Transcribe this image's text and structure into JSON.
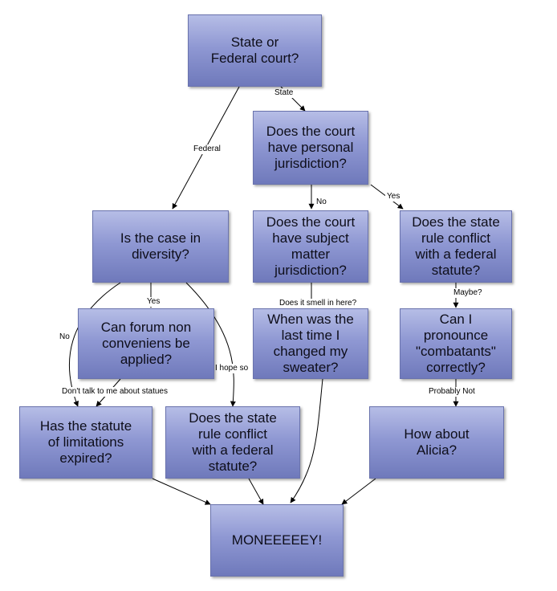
{
  "nodes": {
    "court_type": "State or\nFederal court?",
    "personal_jurisdiction": "Does the court\nhave personal\njurisdiction?",
    "diversity": "Is the case in\ndiversity?",
    "subject_matter": "Does the court\nhave subject\nmatter\njurisdiction?",
    "state_rule_conflict_right": "Does the state\nrule conflict\nwith a federal\nstatute?",
    "forum_non_conveniens": "Can forum non\nconveniens be\napplied?",
    "sweater": "When was the\nlast time I\nchanged my\nsweater?",
    "combatants": "Can I\npronounce\n\"combatants\"\ncorrectly?",
    "statute_of_limitations": "Has the statute\nof limitations\nexpired?",
    "state_rule_conflict_mid": "Does the state\nrule conflict\nwith a federal\nstatute?",
    "alicia": "How about\nAlicia?",
    "money": "MONEEEEEY!"
  },
  "edge_labels": {
    "state": "State",
    "federal": "Federal",
    "no_pj": "No",
    "yes_pj": "Yes",
    "yes_div": "Yes",
    "no_div": "No",
    "hope": "I hope so",
    "smell": "Does it smell in here?",
    "maybe": "Maybe?",
    "statues": "Don't talk to me about statues",
    "probably_not": "Probably Not"
  },
  "colors": {
    "box_top": "#b6bde6",
    "box_bottom": "#6f79bb",
    "box_border": "#6a73ad",
    "line": "#000000"
  }
}
